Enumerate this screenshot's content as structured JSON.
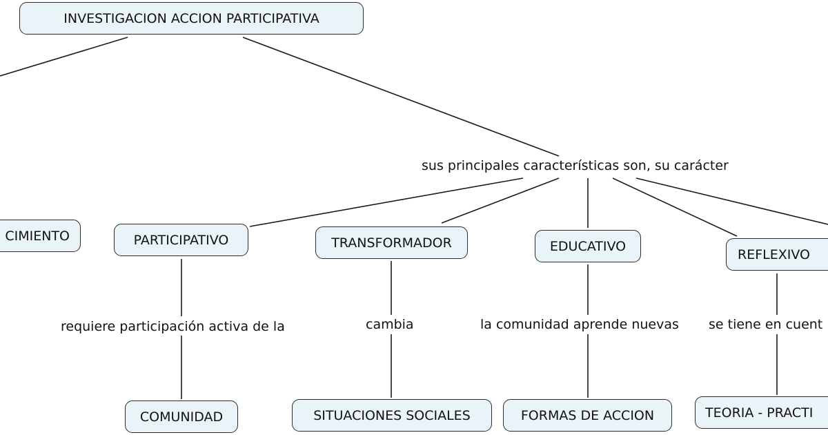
{
  "root": {
    "text": "INVESTIGACION ACCION PARTICIPATIVA"
  },
  "link_main": {
    "text": "sus principales características son, su carácter"
  },
  "nodes": {
    "conocimiento": "CIMIENTO",
    "participativo": "PARTICIPATIVO",
    "transformador": "TRANSFORMADOR",
    "educativo": "EDUCATIVO",
    "reflexivo": "REFLEXIVO"
  },
  "links": {
    "participativo": "requiere participación activa de la",
    "transformador": "cambia",
    "educativo": "la comunidad aprende nuevas",
    "reflexivo": "se tiene en cuent"
  },
  "leaves": {
    "comunidad": "COMUNIDAD",
    "situaciones": "SITUACIONES SOCIALES",
    "formas": "FORMAS DE ACCION",
    "teoria": "TEORIA - PRACTI"
  },
  "colors": {
    "node_fill": "#eaf3f8",
    "node_border": "#2b2b2b",
    "line": "#1a1a1a"
  }
}
